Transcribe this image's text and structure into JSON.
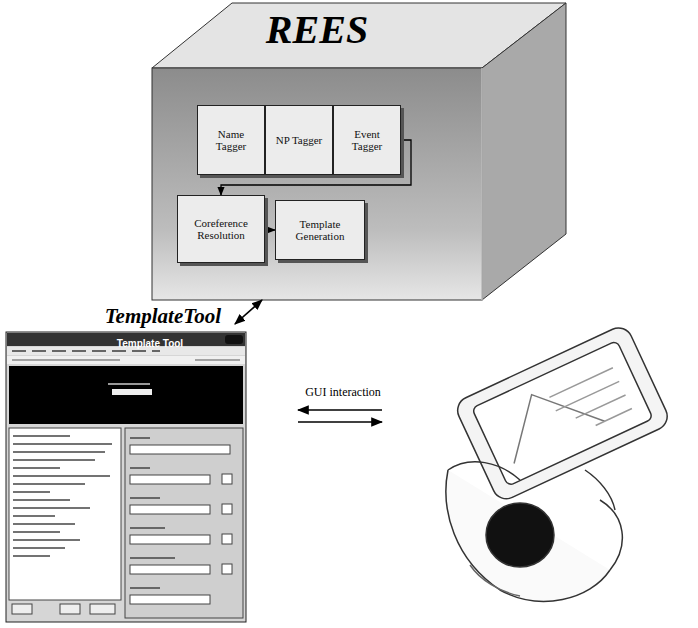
{
  "diagram": {
    "nodes": [
      {
        "text": [
          "REES"
        ]
      },
      {
        "text": [
          "Name Tagger"
        ],
        "in": 0
      },
      {
        "text": [
          "NP Tagger"
        ],
        "in": 0
      },
      {
        "text": [
          "Event Tagger"
        ],
        "in": 0
      },
      {
        "text": [
          "Coreference Resolution"
        ],
        "in": 0
      },
      {
        "text": [
          "Template Generation"
        ],
        "in": 0
      },
      {
        "text": [
          "TemplateTool"
        ]
      }
    ],
    "edges": [
      {
        "from": 3,
        "to": 4,
        "arrow": "to"
      },
      {
        "from": 4,
        "to": 5,
        "arrow": "to"
      },
      {
        "from": 0,
        "to": 6,
        "arrow": "both"
      }
    ],
    "labels": [
      "GUI interaction",
      "Template Tool"
    ]
  }
}
